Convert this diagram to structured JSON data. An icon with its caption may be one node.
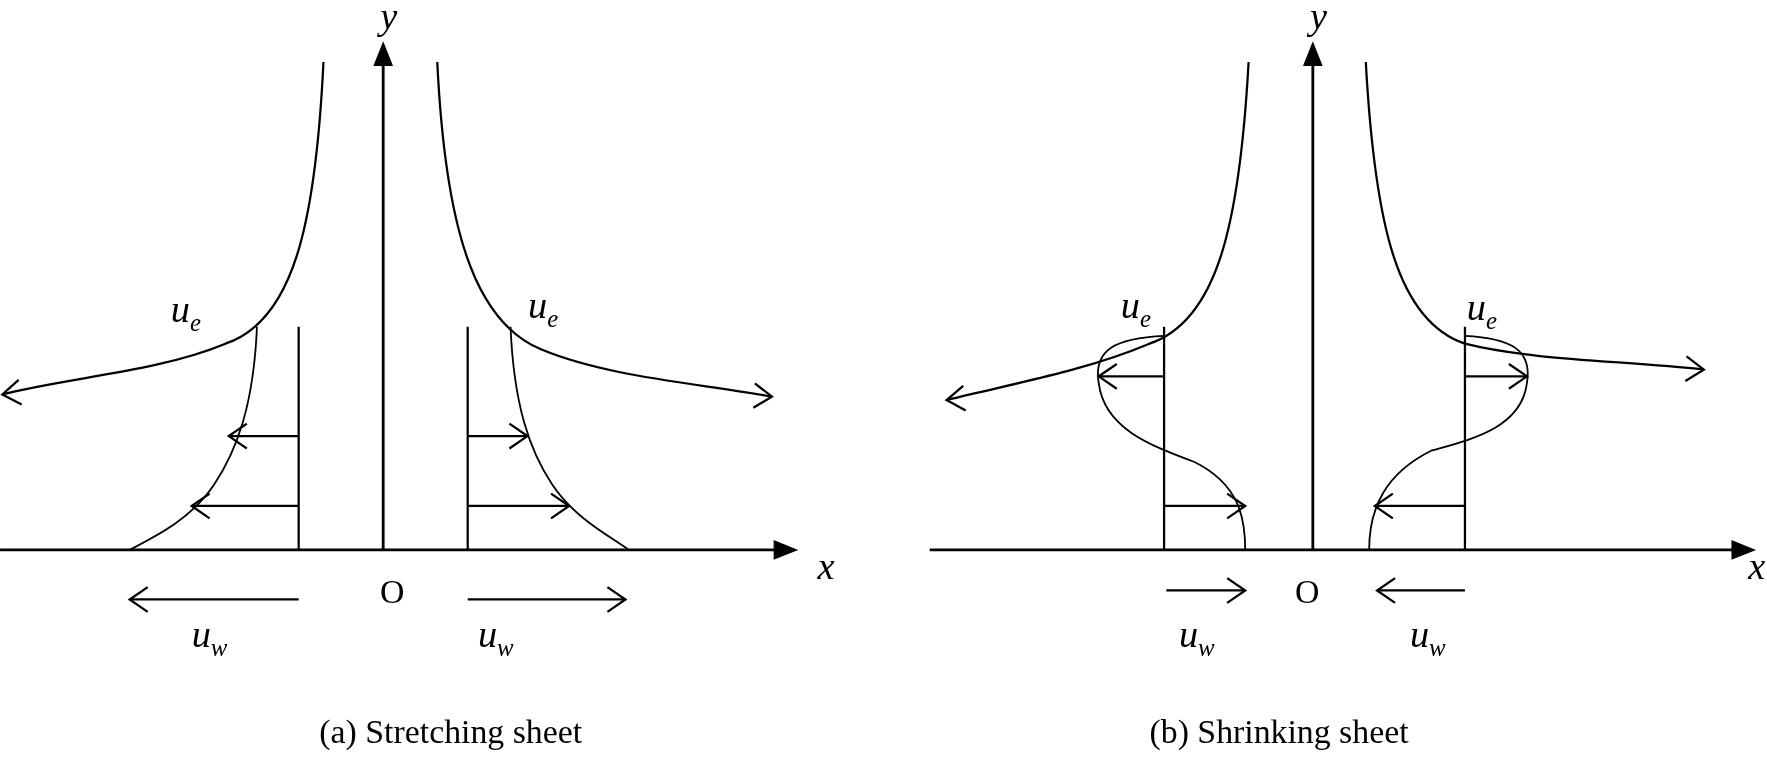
{
  "diagram": {
    "labels": [
      "y",
      "u$_{e}$",
      "u$_{e}$",
      "x",
      "O",
      "u$_{w}$",
      "u$_{w}$",
      "y",
      "u$_{e}$",
      "u$_{e}$",
      "x",
      "O",
      "u$_{w}$",
      "u$_{w}$",
      "(a) Stretching sheet",
      "(b) Shrinking sheet"
    ]
  }
}
